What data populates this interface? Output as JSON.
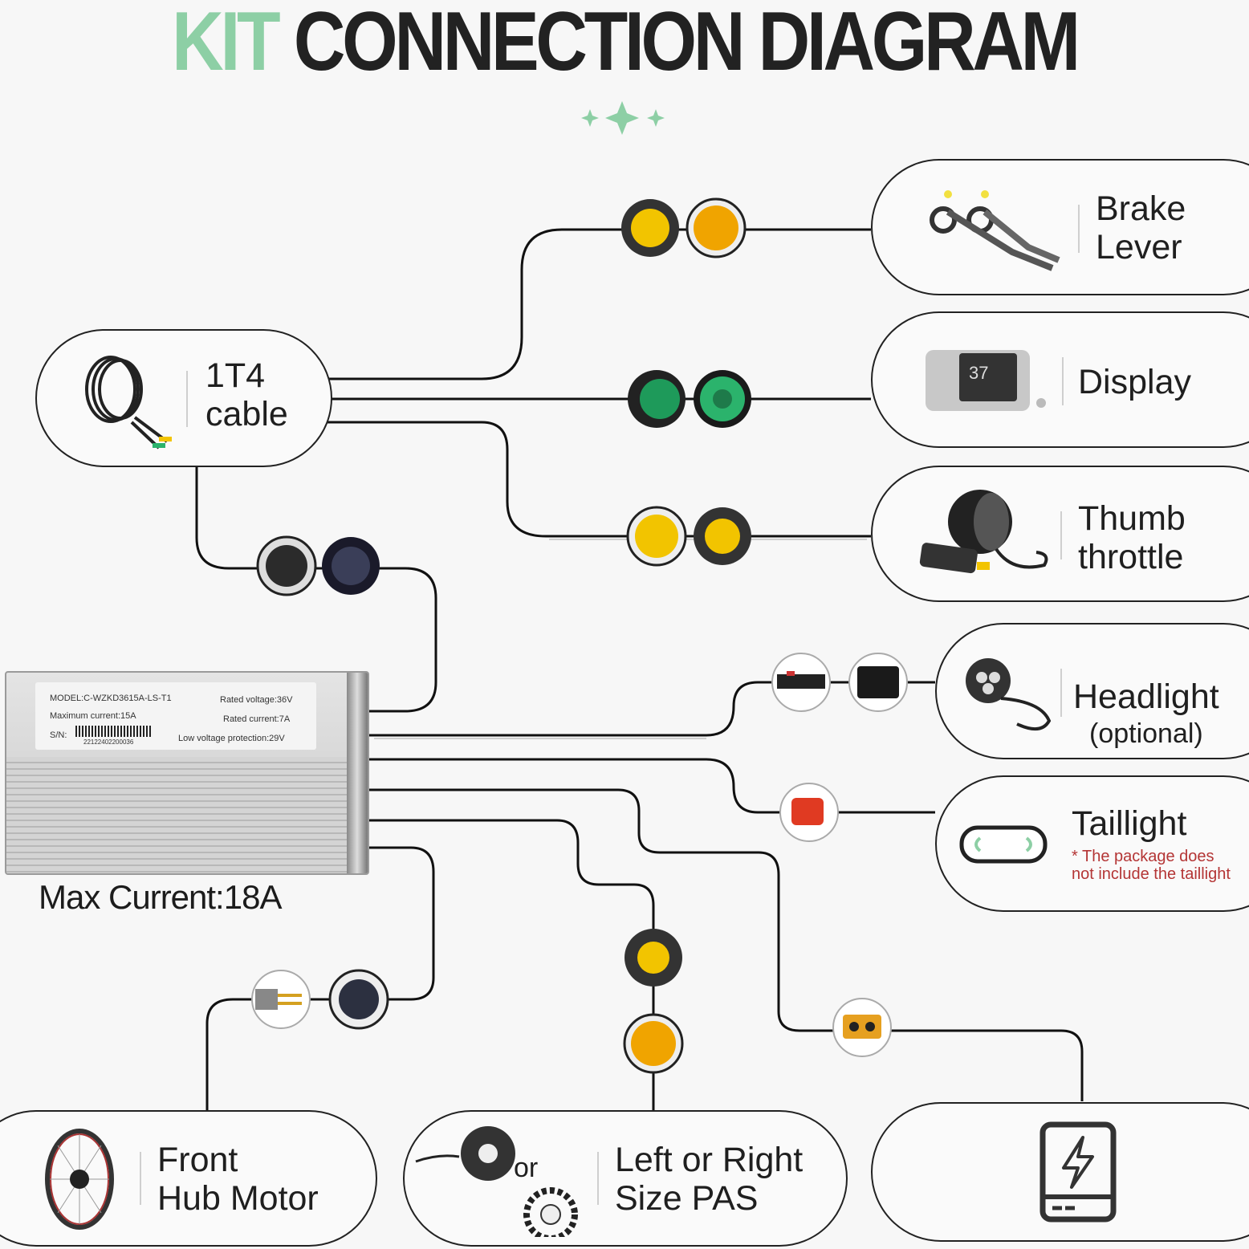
{
  "title": {
    "kit": "KIT",
    "rest": "CONNECTION DIAGRAM"
  },
  "cable": {
    "line1": "1T4",
    "line2": "cable"
  },
  "components": {
    "brake": {
      "line1": "Brake",
      "line2": "Lever"
    },
    "display": {
      "label": "Display",
      "screen_value": "37"
    },
    "throttle": {
      "line1": "Thumb",
      "line2": "throttle"
    },
    "headlight": {
      "line1": "Headlight",
      "line2": "(optional)"
    },
    "taillight": {
      "line1": "Taillight",
      "note_line1": "* The package does",
      "note_line2": "not include the taillight"
    },
    "motor": {
      "line1": "Front",
      "line2": "Hub Motor"
    },
    "pas": {
      "or": "or",
      "line1": "Left or Right",
      "line2": "Size PAS"
    }
  },
  "controller": {
    "model": "MODEL:C-WZKD3615A-LS-T1",
    "rated_voltage": "Rated voltage:36V",
    "max_current": "Maximum current:15A",
    "rated_current": "Rated current:7A",
    "sn_label": "S/N:",
    "sn_number": "22122402200036",
    "low_voltage": "Low voltage protection:29V",
    "caption": "Max Current:18A"
  },
  "colors": {
    "accent": "#8dcfa5",
    "connector_yellow": "#f2c400",
    "connector_orange": "#f0a400",
    "connector_green": "#1e9a5a",
    "connector_red": "#e03a22",
    "note_red": "#b43535"
  },
  "icons": [
    "sparkle-icon",
    "battery-icon",
    "wheel-icon",
    "coil-cable-icon",
    "brake-lever-icon",
    "display-icon",
    "thumb-throttle-icon",
    "headlight-icon",
    "taillight-icon",
    "pas-sensor-icon"
  ]
}
